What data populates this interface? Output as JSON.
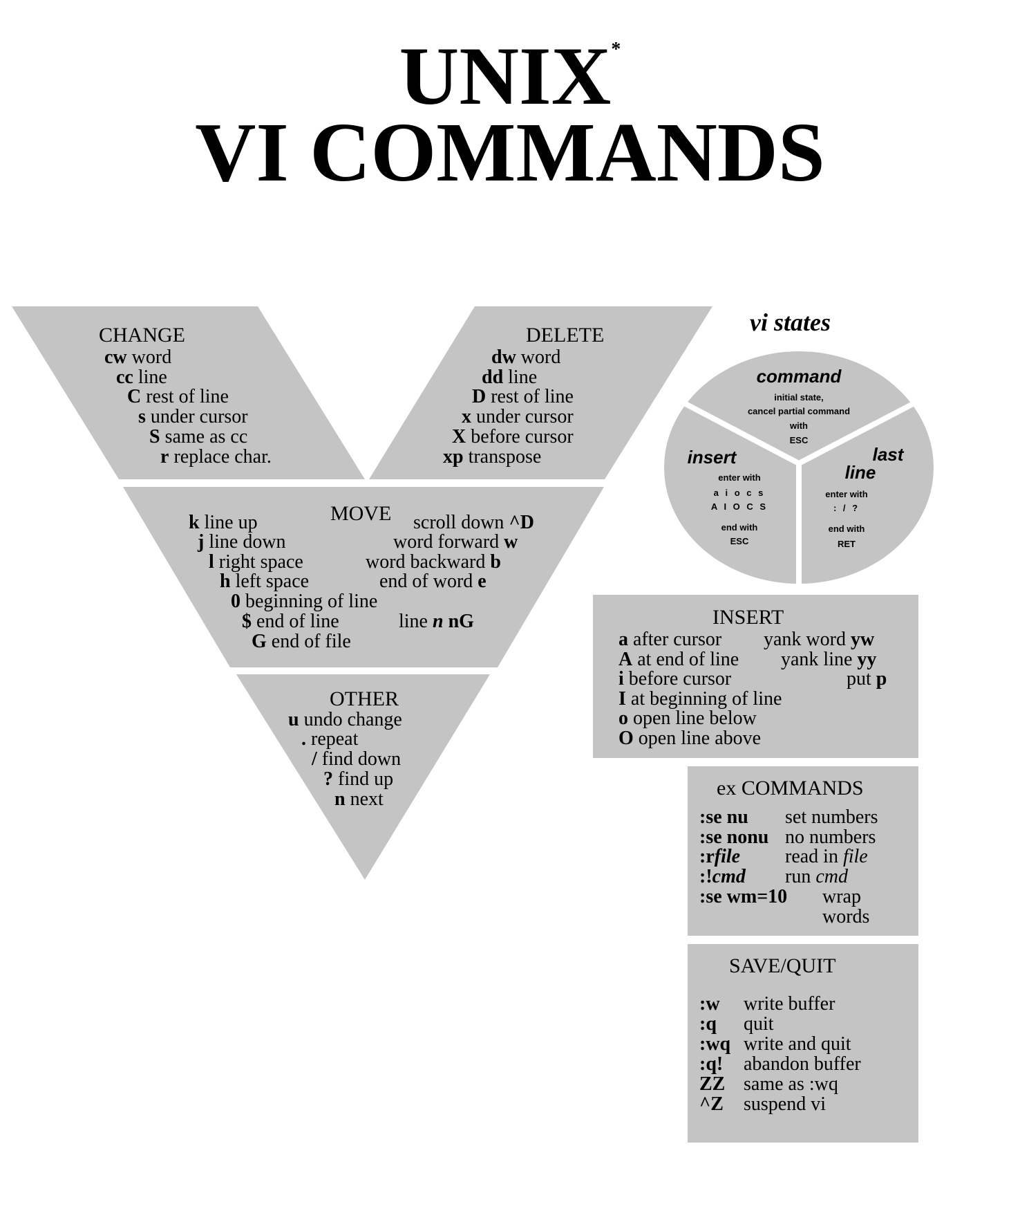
{
  "title": {
    "line1": "UNIX",
    "trademark": "*",
    "line2": "VI COMMANDS"
  },
  "colors": {
    "panel": "#c4c4c4",
    "ink": "#000000",
    "background": "#ffffff"
  },
  "change": {
    "heading": "CHANGE",
    "items": [
      {
        "key": "cw",
        "desc": "word"
      },
      {
        "key": "cc",
        "desc": "line"
      },
      {
        "key": "C",
        "desc": "rest of line"
      },
      {
        "key": "s",
        "desc": "under cursor"
      },
      {
        "key": "S",
        "desc": "same as cc"
      },
      {
        "key": "r",
        "desc": "replace char."
      }
    ]
  },
  "delete": {
    "heading": "DELETE",
    "items": [
      {
        "key": "dw",
        "desc": "word"
      },
      {
        "key": "dd",
        "desc": "line"
      },
      {
        "key": "D",
        "desc": "rest of line"
      },
      {
        "key": "x",
        "desc": "under cursor"
      },
      {
        "key": "X",
        "desc": "before cursor"
      },
      {
        "key": "xp",
        "desc": "transpose"
      }
    ]
  },
  "move": {
    "heading": "MOVE",
    "left": [
      {
        "key": "k",
        "desc": "line up"
      },
      {
        "key": "j",
        "desc": "line down"
      },
      {
        "key": "l",
        "desc": "right space"
      },
      {
        "key": "h",
        "desc": "left space"
      },
      {
        "key": "0",
        "desc": "beginning of line"
      },
      {
        "key": "$",
        "desc": "end of line"
      },
      {
        "key": "G",
        "desc": "end of file"
      }
    ],
    "right": [
      {
        "desc": "scroll down",
        "key": "^D"
      },
      {
        "desc": "word forward",
        "key": "w"
      },
      {
        "desc": "word backward",
        "key": "b"
      },
      {
        "desc": "end of word",
        "key": "e"
      }
    ],
    "goto": {
      "desc": "line",
      "n": "n",
      "key": "nG"
    }
  },
  "other": {
    "heading": "OTHER",
    "items": [
      {
        "key": "u",
        "desc": "undo change"
      },
      {
        "key": ".",
        "desc": "repeat"
      },
      {
        "key": "/",
        "desc": "find down"
      },
      {
        "key": "?",
        "desc": "find up"
      },
      {
        "key": "n",
        "desc": "next"
      }
    ]
  },
  "states": {
    "title": "vi states",
    "command": {
      "name": "command",
      "l1": "initial state,",
      "l2": "cancel partial command",
      "l3": "with",
      "l4": "ESC"
    },
    "insert": {
      "name": "insert",
      "l1": "enter with",
      "l2": "a i o c s",
      "l3": "A I O C S",
      "l4": "end with",
      "l5": "ESC"
    },
    "lastline": {
      "name1": "last",
      "name2": "line",
      "l1": "enter with",
      "l2": ": / ?",
      "l3": "end with",
      "l4": "RET"
    }
  },
  "insert": {
    "heading": "INSERT",
    "items": [
      {
        "key": "a",
        "desc": "after cursor"
      },
      {
        "key": "A",
        "desc": "at end of line"
      },
      {
        "key": "i",
        "desc": "before cursor"
      },
      {
        "key": "I",
        "desc": "at beginning of line"
      },
      {
        "key": "o",
        "desc": "open line below"
      },
      {
        "key": "O",
        "desc": "open line above"
      }
    ],
    "yank": [
      {
        "desc": "yank word",
        "key": "yw"
      },
      {
        "desc": "yank line",
        "key": "yy"
      },
      {
        "desc": "put",
        "key": "p"
      }
    ]
  },
  "ex": {
    "heading": "ex COMMANDS",
    "items": [
      {
        "cmd": ":se nu",
        "desc": "set numbers"
      },
      {
        "cmd": ":se nonu",
        "desc": "no numbers"
      },
      {
        "cmd": ":r",
        "arg": "file",
        "desc": "read in",
        "descarg": "file"
      },
      {
        "cmd": ":!",
        "arg": "cmd",
        "desc": "run",
        "descarg": "cmd"
      },
      {
        "cmd": ":se wm=10",
        "desc": "wrap",
        "desc2": "words"
      }
    ]
  },
  "savequit": {
    "heading": "SAVE/QUIT",
    "items": [
      {
        "key": ":w",
        "desc": "write buffer"
      },
      {
        "key": ":q",
        "desc": "quit"
      },
      {
        "key": ":wq",
        "desc": "write and quit"
      },
      {
        "key": ":q!",
        "desc": "abandon buffer"
      },
      {
        "key": "ZZ",
        "desc": "same as :wq"
      },
      {
        "key": "^Z",
        "desc": "suspend vi"
      }
    ]
  }
}
